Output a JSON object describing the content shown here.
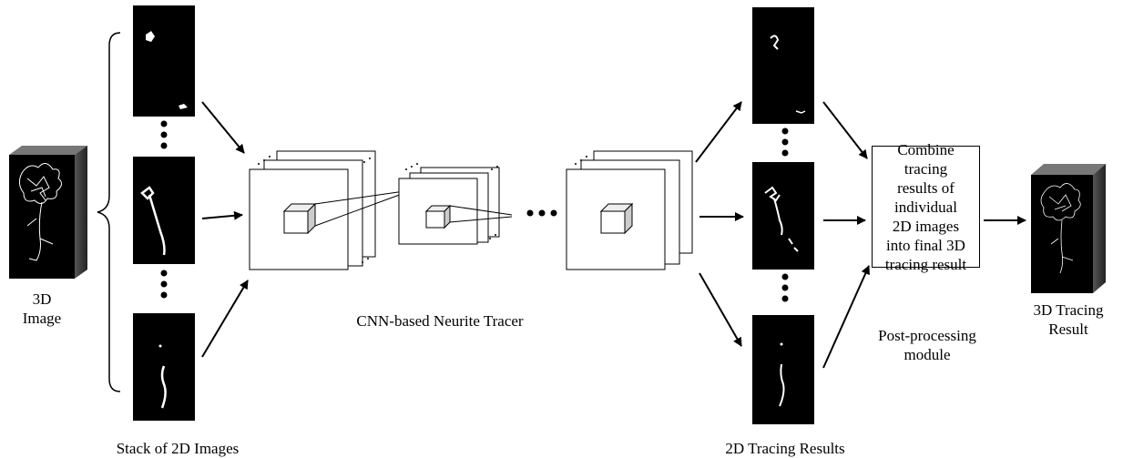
{
  "labels": {
    "input_3d_line1": "3D",
    "input_3d_line2": "Image",
    "stack_2d": "Stack of 2D Images",
    "cnn_tracer": "CNN-based Neurite Tracer",
    "tracing_2d": "2D Tracing Results",
    "post_module_line1": "Post-processing",
    "post_module_line2": "module",
    "output_3d_line1": "3D Tracing",
    "output_3d_line2": "Result"
  },
  "post_box": {
    "lines": [
      "Combine",
      "tracing",
      "results of",
      "individual",
      "2D images",
      "into final 3D",
      "tracing result"
    ]
  },
  "colors": {
    "image_bg": "#000000",
    "neurite": "#ffffff",
    "stroke": "#000000",
    "panel_fill": "#ffffff"
  }
}
